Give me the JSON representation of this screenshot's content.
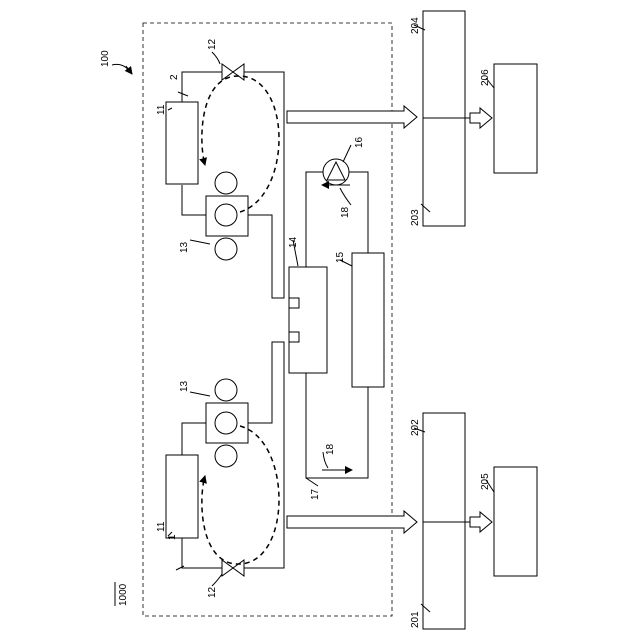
{
  "labels": {
    "system": "1000",
    "unit": "100",
    "cycle_1": "1",
    "cycle_2": "2",
    "compressor_top": "11",
    "compressor_bottom": "11",
    "valve_top": "12",
    "valve_bottom": "12",
    "sensors_top": "13",
    "sensors_bottom": "13",
    "heat_exchanger": "14",
    "tank": "15",
    "pump": "16",
    "pipe": "17",
    "flow_top": "18",
    "flow_bottom": "18",
    "device_201": "201",
    "device_202": "202",
    "device_203": "203",
    "device_204": "204",
    "device_205": "205",
    "device_206": "206"
  }
}
